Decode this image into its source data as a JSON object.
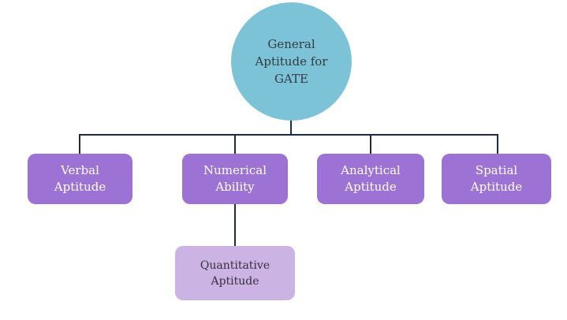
{
  "diagram": {
    "title_node": "General Aptitude for GATE",
    "background_color": "#ffffff",
    "connector_color": "#1e2b3e",
    "nodes": {
      "root": {
        "label": "General\nAptitude for\nGATE",
        "shape": "circle",
        "fill": "#7cc3d8",
        "text_color": "#333a40"
      },
      "verbal": {
        "label": "Verbal\nAptitude",
        "shape": "rounded-box",
        "fill": "#9c72d5",
        "text_color": "#ffffff"
      },
      "numerical": {
        "label": "Numerical\nAbility",
        "shape": "rounded-box",
        "fill": "#9c72d5",
        "text_color": "#ffffff"
      },
      "analytical": {
        "label": "Analytical\nAptitude",
        "shape": "rounded-box",
        "fill": "#9c72d5",
        "text_color": "#ffffff"
      },
      "spatial": {
        "label": "Spatial\nAptitude",
        "shape": "rounded-box",
        "fill": "#9c72d5",
        "text_color": "#ffffff"
      },
      "quantitative": {
        "label": "Quantitative\nAptitude",
        "shape": "rounded-box",
        "fill": "#cbb4e3",
        "text_color": "#35303d"
      }
    },
    "edges": [
      {
        "from": "root",
        "to": "verbal"
      },
      {
        "from": "root",
        "to": "numerical"
      },
      {
        "from": "root",
        "to": "analytical"
      },
      {
        "from": "root",
        "to": "spatial"
      },
      {
        "from": "numerical",
        "to": "quantitative"
      }
    ]
  }
}
